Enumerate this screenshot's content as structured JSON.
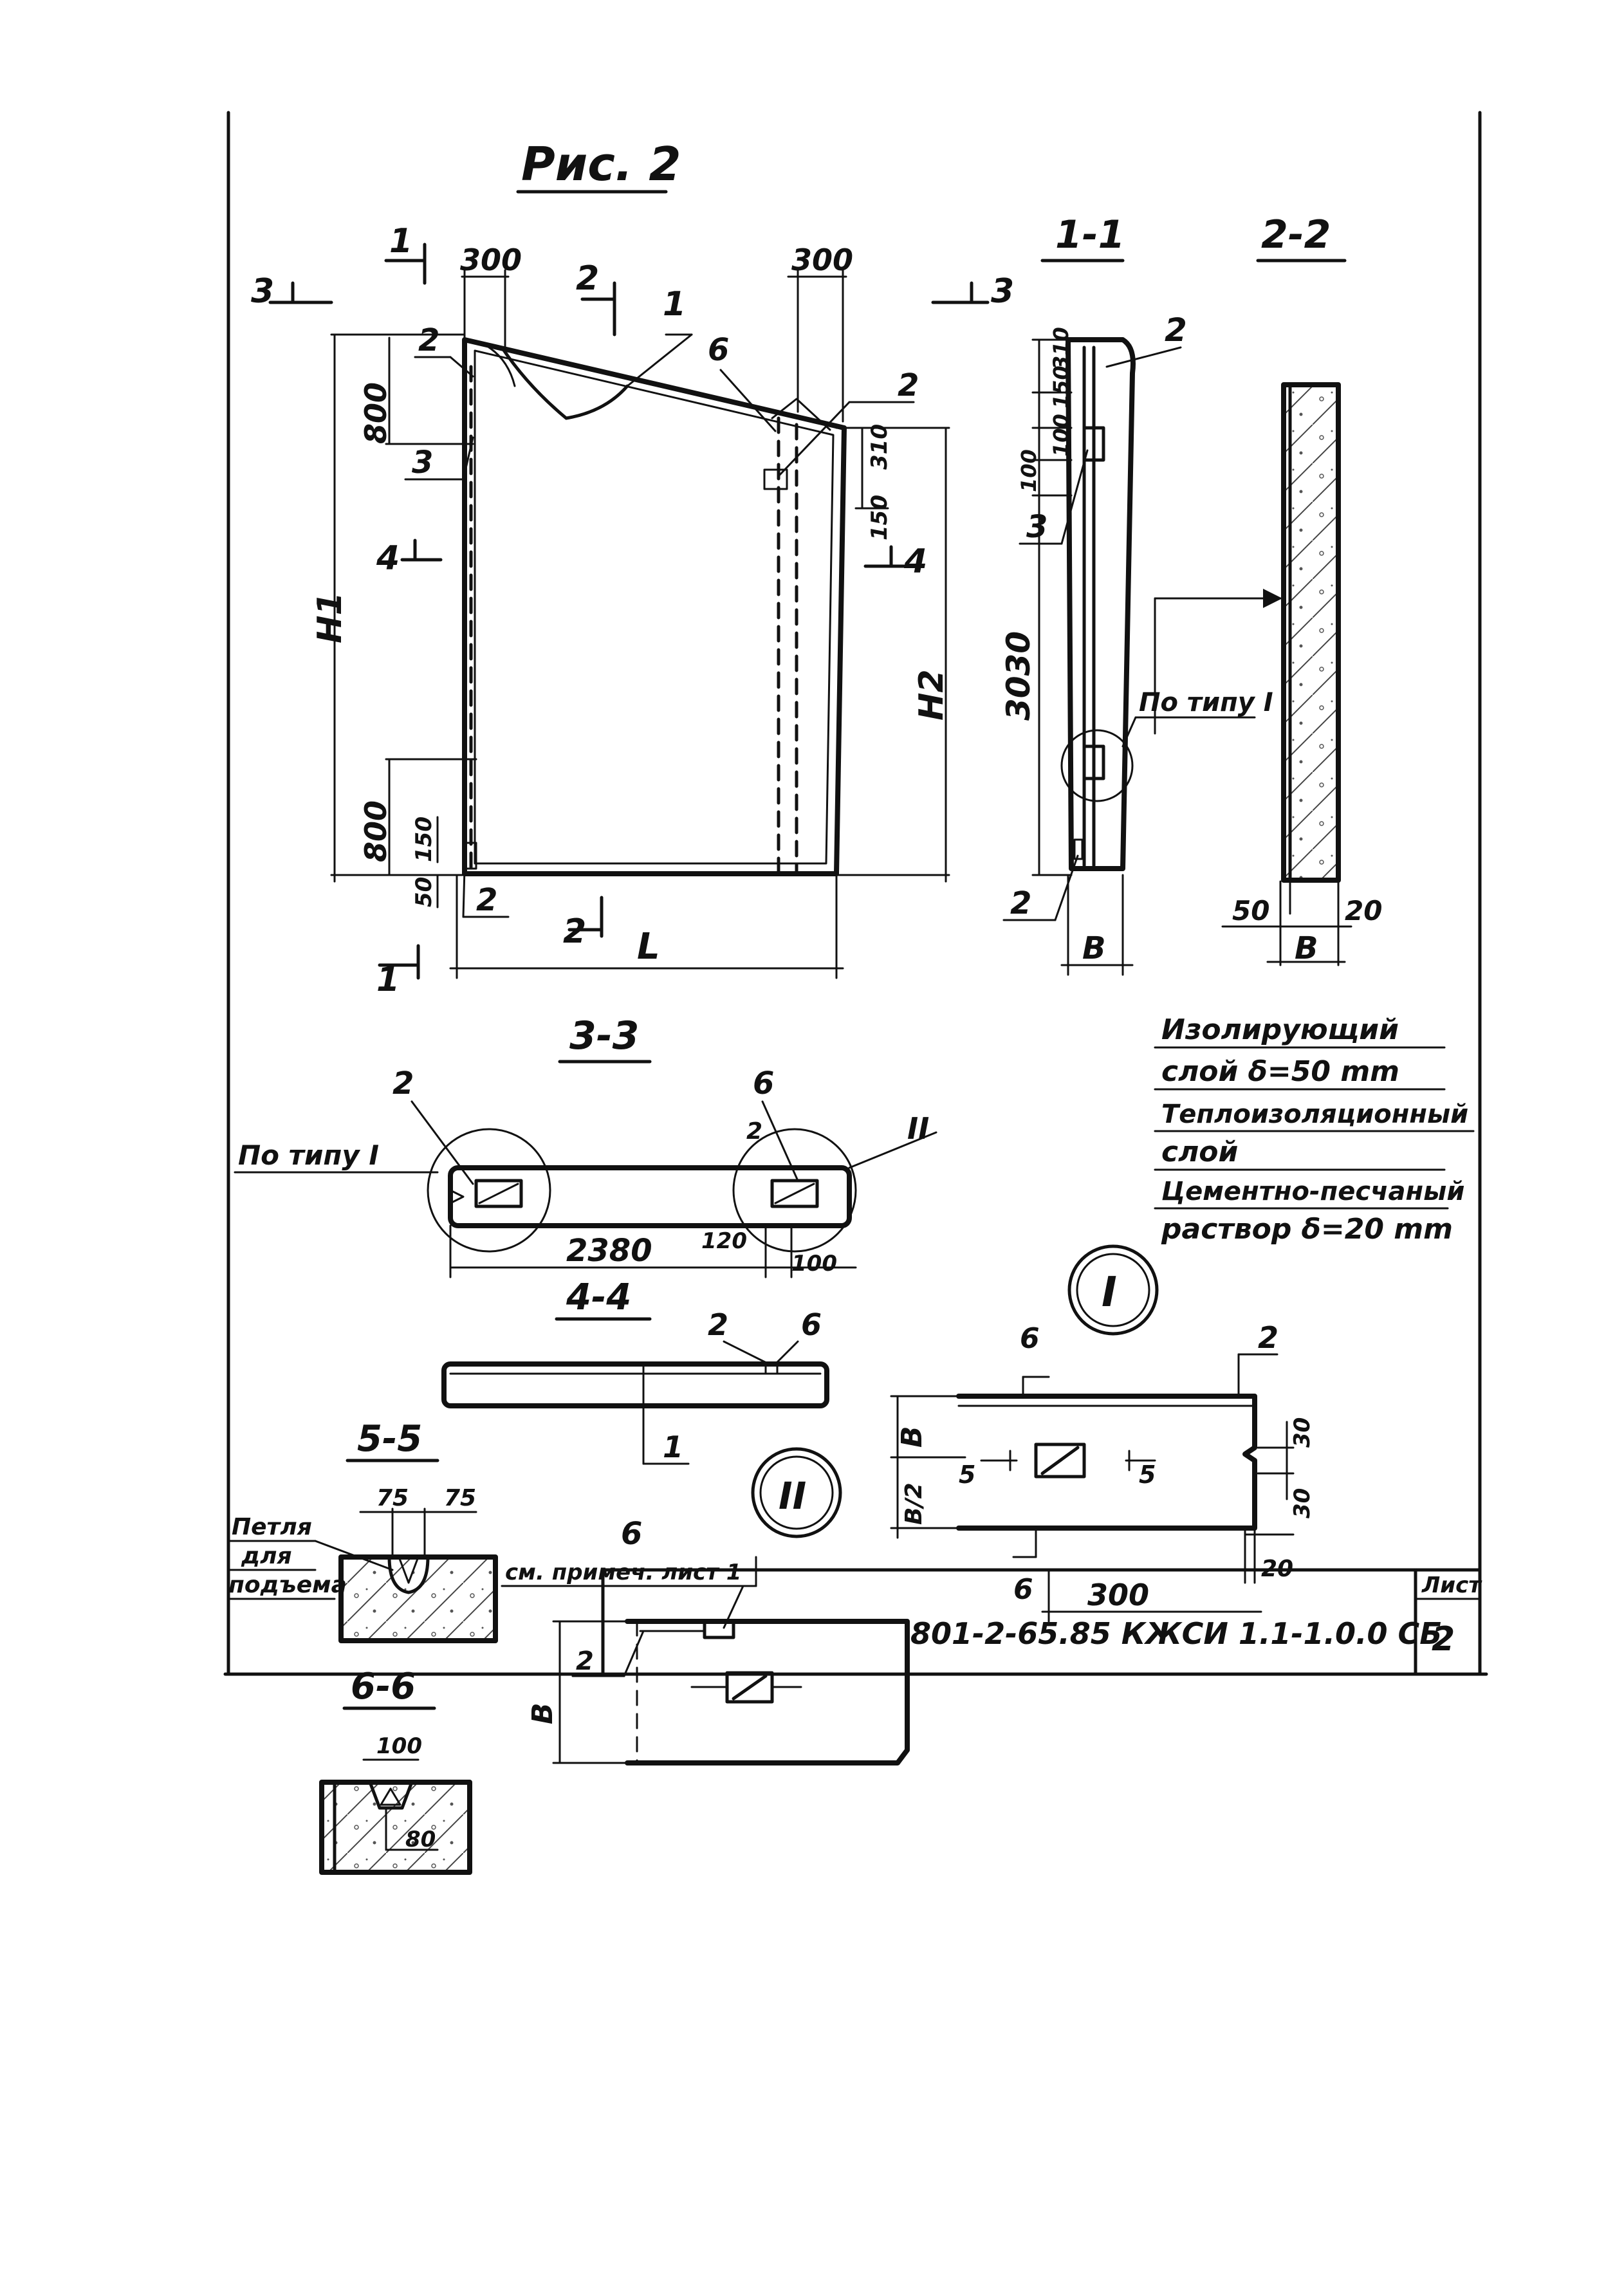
{
  "figure": {
    "title": "Рис. 2"
  },
  "views": {
    "elevation": {
      "cuts": [
        "1",
        "1",
        "2",
        "2",
        "3",
        "3",
        "4",
        "4"
      ],
      "dims": {
        "top_left": "300",
        "top_right": "300",
        "left_upper": "800",
        "left_lower": "800",
        "lower_150": "150",
        "lower_50": "50",
        "right_310": "310",
        "right_150": "150",
        "H1": "H1",
        "H2": "H2",
        "L": "L"
      },
      "markers": {
        "m1": "1",
        "m2a": "2",
        "m2b": "2",
        "m2c": "2",
        "m3": "3",
        "m6": "6"
      }
    },
    "section_1_1": {
      "title": "1-1",
      "dims": {
        "d310": "310",
        "d150": "150",
        "d100a": "100",
        "d100b": "100",
        "d3030": "3030",
        "B": "B"
      },
      "markers": {
        "m2a": "2",
        "m3": "3",
        "m2b": "2"
      },
      "note": "По типу I"
    },
    "section_2_2": {
      "title": "2-2",
      "dims": {
        "d50": "50",
        "d20": "20",
        "B": "B"
      }
    },
    "layers": [
      "Изолирующий",
      "слой δ=50 mm",
      "Теплоизоляционный",
      "слой",
      "Цементно-песчаный",
      "раствор δ=20 mm"
    ],
    "section_3_3": {
      "title": "3-3",
      "note": "По типу I",
      "markers": {
        "m2a": "2",
        "m6": "6",
        "m2b": "2",
        "roman": "II"
      },
      "dims": {
        "d2380": "2380",
        "d120": "120",
        "d100": "100"
      }
    },
    "section_4_4": {
      "title": "4-4",
      "markers": {
        "m2": "2",
        "m6": "6",
        "m1": "1"
      }
    },
    "section_5_5": {
      "title": "5-5",
      "dims": {
        "d75a": "75",
        "d75b": "75"
      },
      "label_lines": [
        "Петля",
        "для",
        "подъема"
      ]
    },
    "section_6_6": {
      "title": "6-6",
      "dims": {
        "d100": "100",
        "d80": "80"
      }
    },
    "node_I": {
      "badge": "I",
      "dims": {
        "B": "B",
        "B2": "B/2",
        "d5a": "5",
        "d5b": "5",
        "d30a": "30",
        "d30b": "30",
        "d20": "20",
        "d300": "300"
      },
      "markers": {
        "m2": "2",
        "cut6a": "6",
        "cut6b": "6"
      }
    },
    "node_II": {
      "badge": "II",
      "title": "6",
      "note": "см. примеч. лист 1",
      "markers": {
        "m2": "2"
      },
      "dims": {
        "B": "B"
      }
    }
  },
  "title_block": {
    "code": "801-2-65.85 КЖСИ 1.1-1.0.0 СБ",
    "sheet_label": "Лист",
    "sheet_number": "2"
  }
}
